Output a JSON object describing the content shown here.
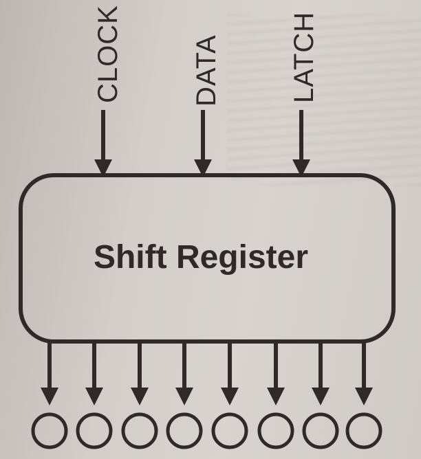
{
  "inputs": [
    "CLOCK",
    "DATA",
    "LATCH"
  ],
  "block_label": "Shift Register",
  "output_count": 8,
  "colors": {
    "ink": "#2f2a29",
    "paper": "#d3ceca"
  }
}
